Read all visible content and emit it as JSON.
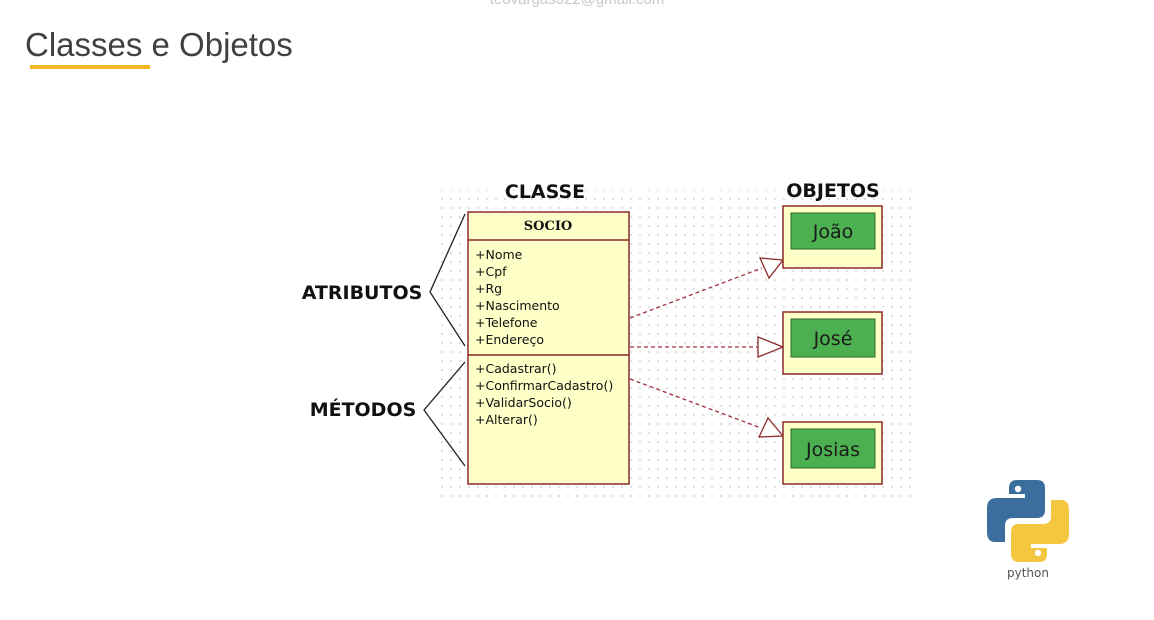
{
  "watermark": "teovargas022@gmail.com",
  "slide": {
    "title": "Classes e Objetos",
    "accent_color": "#f2b824"
  },
  "diagram": {
    "class_heading": "CLASSE",
    "objects_heading": "OBJETOS",
    "class_name": "SOCIO",
    "attributes_label": "ATRIBUTOS",
    "methods_label": "MÉTODOS",
    "attributes": [
      "+Nome",
      "+Cpf",
      "+Rg",
      "+Nascimento",
      "+Telefone",
      "+Endereço"
    ],
    "methods": [
      "+Cadastrar()",
      "+ConfirmarCadastro()",
      "+ValidarSocio()",
      "+Alterar()"
    ],
    "objects": [
      "João",
      "José",
      "Josias"
    ],
    "colors": {
      "box_fill": "#ffffc8",
      "box_border": "#8b2a2a",
      "object_fill": "#4caf50",
      "link": "#a0303a"
    }
  },
  "logo": {
    "icon": "python-logo-icon",
    "wordmark": "python"
  }
}
